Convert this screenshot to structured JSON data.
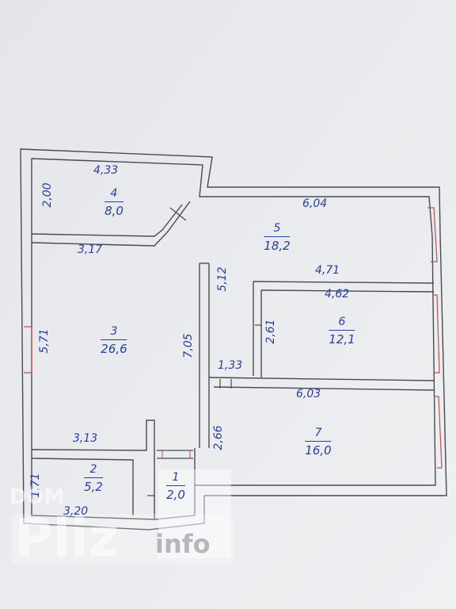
{
  "plan": {
    "dimensions": {
      "d_4_33": "4,33",
      "d_2_00": "2,00",
      "d_6_04": "6,04",
      "d_3_17": "3,17",
      "d_4_71": "4,71",
      "d_5_12": "5,12",
      "d_4_62": "4,62",
      "d_5_71": "5,71",
      "d_7_05": "7,05",
      "d_2_61": "2,61",
      "d_1_33": "1,33",
      "d_6_03": "6,03",
      "d_3_13": "3,13",
      "d_2_66": "2,66",
      "d_1_71": "1,71",
      "d_3_20": "3,20"
    },
    "rooms": [
      {
        "number": "1",
        "area": "2,0"
      },
      {
        "number": "2",
        "area": "5,2"
      },
      {
        "number": "3",
        "area": "26,6"
      },
      {
        "number": "4",
        "area": "8,0"
      },
      {
        "number": "5",
        "area": "18,2"
      },
      {
        "number": "6",
        "area": "12,1"
      },
      {
        "number": "7",
        "area": "16,0"
      }
    ]
  },
  "watermark": {
    "line1": "DOM",
    "line2": "Pliz",
    "line3": "info"
  },
  "colors": {
    "wall_outline": "#4a4a55",
    "wall_fill": "#f2f2f4",
    "label": "#2a3f9a",
    "window": "#c0504d"
  }
}
